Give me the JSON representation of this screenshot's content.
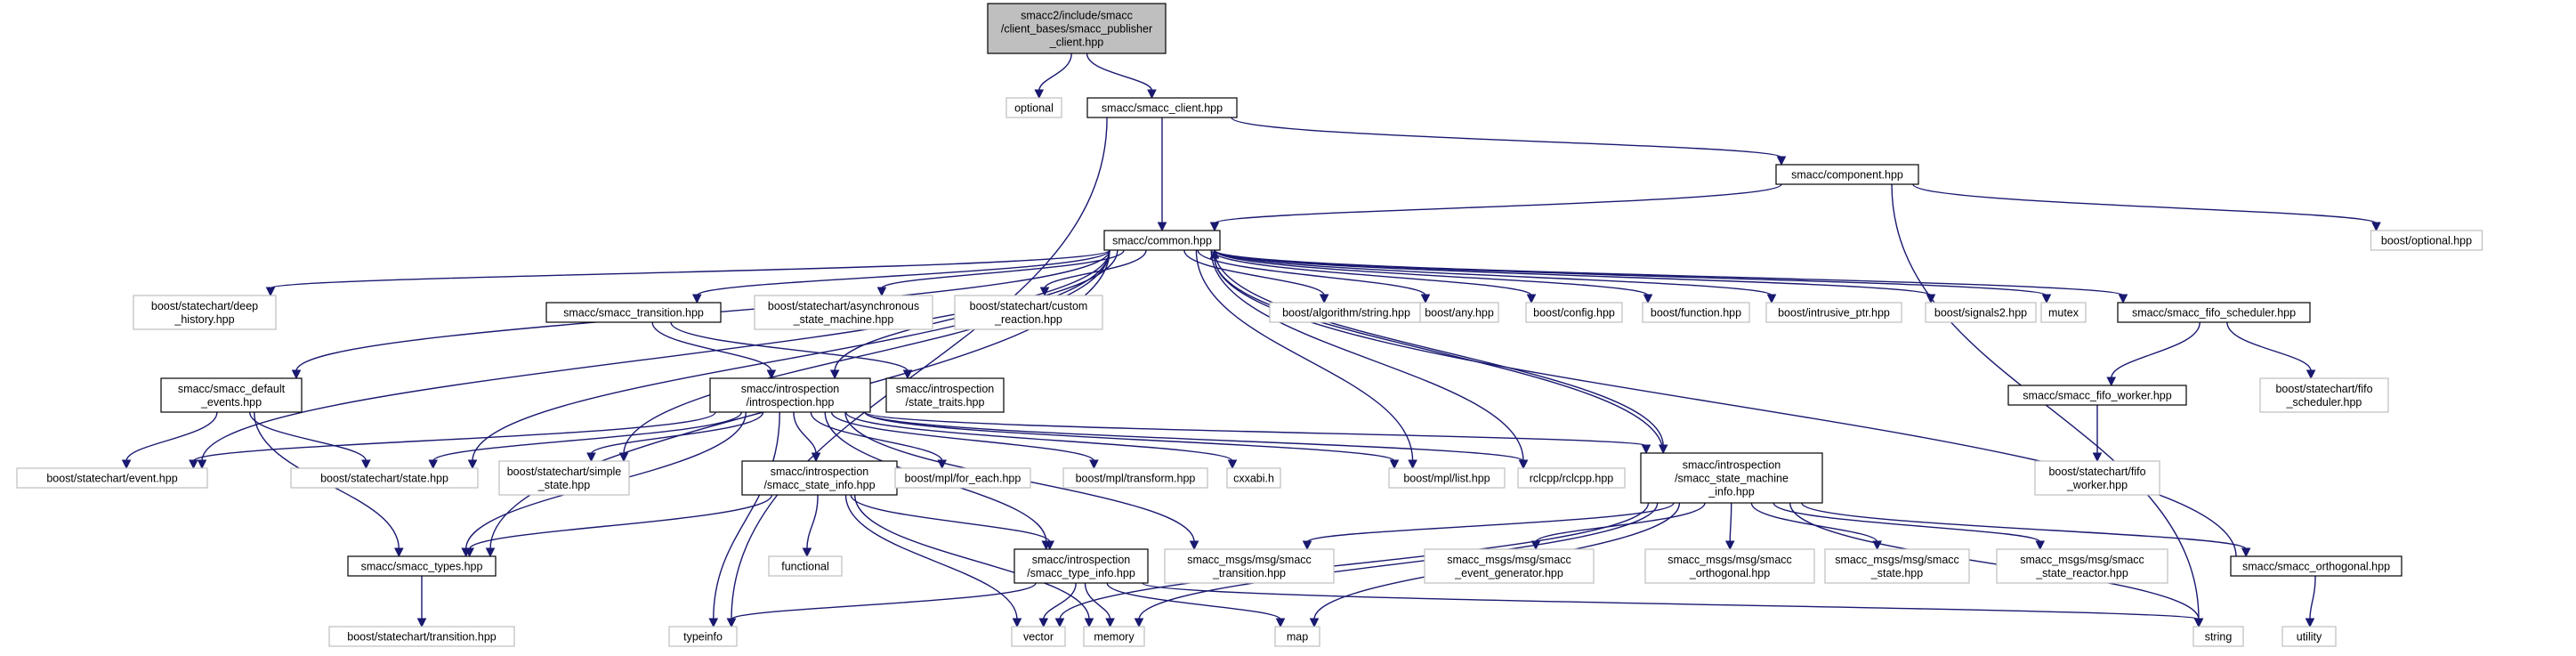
{
  "colors": {
    "edge": "#191970",
    "root_fill": "#bfbfbf",
    "faded_border": "#bfbfbf",
    "solid_border": "#000000"
  },
  "nodes": {
    "root": {
      "lines": [
        "smacc2/include/smacc",
        "/client_bases/smacc_publisher",
        "_client.hpp"
      ],
      "style": "root"
    },
    "optional": {
      "lines": [
        "optional"
      ],
      "style": "faded"
    },
    "smacc_client": {
      "lines": [
        "smacc/smacc_client.hpp"
      ],
      "style": "solid"
    },
    "component": {
      "lines": [
        "smacc/component.hpp"
      ],
      "style": "solid"
    },
    "boost_optional": {
      "lines": [
        "boost/optional.hpp"
      ],
      "style": "faded"
    },
    "common": {
      "lines": [
        "smacc/common.hpp"
      ],
      "style": "solid"
    },
    "deep_history": {
      "lines": [
        "boost/statechart/deep",
        "_history.hpp"
      ],
      "style": "faded"
    },
    "smacc_transition": {
      "lines": [
        "smacc/smacc_transition.hpp"
      ],
      "style": "solid"
    },
    "async_sm": {
      "lines": [
        "boost/statechart/asynchronous",
        "_state_machine.hpp"
      ],
      "style": "faded"
    },
    "custom_reaction": {
      "lines": [
        "boost/statechart/custom",
        "_reaction.hpp"
      ],
      "style": "faded"
    },
    "alg_string": {
      "lines": [
        "boost/algorithm/string.hpp"
      ],
      "style": "faded"
    },
    "any": {
      "lines": [
        "boost/any.hpp"
      ],
      "style": "faded"
    },
    "config": {
      "lines": [
        "boost/config.hpp"
      ],
      "style": "faded"
    },
    "function": {
      "lines": [
        "boost/function.hpp"
      ],
      "style": "faded"
    },
    "intrusive_ptr": {
      "lines": [
        "boost/intrusive_ptr.hpp"
      ],
      "style": "faded"
    },
    "signals2": {
      "lines": [
        "boost/signals2.hpp"
      ],
      "style": "faded"
    },
    "mutex": {
      "lines": [
        "mutex"
      ],
      "style": "faded"
    },
    "fifo_scheduler": {
      "lines": [
        "smacc/smacc_fifo_scheduler.hpp"
      ],
      "style": "solid"
    },
    "default_events": {
      "lines": [
        "smacc/smacc_default",
        "_events.hpp"
      ],
      "style": "solid"
    },
    "introspection": {
      "lines": [
        "smacc/introspection",
        "/introspection.hpp"
      ],
      "style": "solid"
    },
    "state_traits": {
      "lines": [
        "smacc/introspection",
        "/state_traits.hpp"
      ],
      "style": "solid"
    },
    "fifo_worker": {
      "lines": [
        "smacc/smacc_fifo_worker.hpp"
      ],
      "style": "solid"
    },
    "sc_fifo_scheduler": {
      "lines": [
        "boost/statechart/fifo",
        "_scheduler.hpp"
      ],
      "style": "faded"
    },
    "event": {
      "lines": [
        "boost/statechart/event.hpp"
      ],
      "style": "faded"
    },
    "state": {
      "lines": [
        "boost/statechart/state.hpp"
      ],
      "style": "faded"
    },
    "simple_state": {
      "lines": [
        "boost/statechart/simple",
        "_state.hpp"
      ],
      "style": "faded"
    },
    "state_info": {
      "lines": [
        "smacc/introspection",
        "/smacc_state_info.hpp"
      ],
      "style": "solid"
    },
    "for_each": {
      "lines": [
        "boost/mpl/for_each.hpp"
      ],
      "style": "faded"
    },
    "transform": {
      "lines": [
        "boost/mpl/transform.hpp"
      ],
      "style": "faded"
    },
    "cxxabi": {
      "lines": [
        "cxxabi.h"
      ],
      "style": "faded"
    },
    "mpl_list": {
      "lines": [
        "boost/mpl/list.hpp"
      ],
      "style": "faded"
    },
    "rclcpp": {
      "lines": [
        "rclcpp/rclcpp.hpp"
      ],
      "style": "faded"
    },
    "state_machine_info": {
      "lines": [
        "smacc/introspection",
        "/smacc_state_machine",
        "_info.hpp"
      ],
      "style": "solid"
    },
    "sc_fifo_worker": {
      "lines": [
        "boost/statechart/fifo",
        "_worker.hpp"
      ],
      "style": "faded"
    },
    "smacc_types": {
      "lines": [
        "smacc/smacc_types.hpp"
      ],
      "style": "solid"
    },
    "functional": {
      "lines": [
        "functional"
      ],
      "style": "faded"
    },
    "type_info": {
      "lines": [
        "smacc/introspection",
        "/smacc_type_info.hpp"
      ],
      "style": "solid"
    },
    "msg_transition": {
      "lines": [
        "smacc_msgs/msg/smacc",
        "_transition.hpp"
      ],
      "style": "faded"
    },
    "msg_event_gen": {
      "lines": [
        "smacc_msgs/msg/smacc",
        "_event_generator.hpp"
      ],
      "style": "faded"
    },
    "msg_orthogonal": {
      "lines": [
        "smacc_msgs/msg/smacc",
        "_orthogonal.hpp"
      ],
      "style": "faded"
    },
    "msg_state": {
      "lines": [
        "smacc_msgs/msg/smacc",
        "_state.hpp"
      ],
      "style": "faded"
    },
    "msg_state_reactor": {
      "lines": [
        "smacc_msgs/msg/smacc",
        "_state_reactor.hpp"
      ],
      "style": "faded"
    },
    "orthogonal": {
      "lines": [
        "smacc/smacc_orthogonal.hpp"
      ],
      "style": "solid"
    },
    "sc_transition": {
      "lines": [
        "boost/statechart/transition.hpp"
      ],
      "style": "faded"
    },
    "typeinfo": {
      "lines": [
        "typeinfo"
      ],
      "style": "faded"
    },
    "vector": {
      "lines": [
        "vector"
      ],
      "style": "faded"
    },
    "memory": {
      "lines": [
        "memory"
      ],
      "style": "faded"
    },
    "map": {
      "lines": [
        "map"
      ],
      "style": "faded"
    },
    "string": {
      "lines": [
        "string"
      ],
      "style": "faded"
    },
    "utility": {
      "lines": [
        "utility"
      ],
      "style": "faded"
    }
  },
  "edges": [
    [
      "root",
      "optional"
    ],
    [
      "root",
      "smacc_client"
    ],
    [
      "smacc_client",
      "common"
    ],
    [
      "smacc_client",
      "component"
    ],
    [
      "smacc_client",
      "typeinfo"
    ],
    [
      "component",
      "common"
    ],
    [
      "component",
      "boost_optional"
    ],
    [
      "component",
      "string"
    ],
    [
      "common",
      "deep_history"
    ],
    [
      "common",
      "smacc_transition"
    ],
    [
      "common",
      "async_sm"
    ],
    [
      "common",
      "custom_reaction"
    ],
    [
      "common",
      "alg_string"
    ],
    [
      "common",
      "any"
    ],
    [
      "common",
      "config"
    ],
    [
      "common",
      "function"
    ],
    [
      "common",
      "intrusive_ptr"
    ],
    [
      "common",
      "signals2"
    ],
    [
      "common",
      "mutex"
    ],
    [
      "common",
      "fifo_scheduler"
    ],
    [
      "common",
      "default_events"
    ],
    [
      "common",
      "introspection"
    ],
    [
      "common",
      "event"
    ],
    [
      "common",
      "state"
    ],
    [
      "common",
      "simple_state"
    ],
    [
      "common",
      "smacc_types"
    ],
    [
      "common",
      "mpl_list"
    ],
    [
      "common",
      "rclcpp"
    ],
    [
      "common",
      "state_machine_info"
    ],
    [
      "smacc_transition",
      "introspection"
    ],
    [
      "smacc_transition",
      "state_traits"
    ],
    [
      "fifo_scheduler",
      "fifo_worker"
    ],
    [
      "fifo_scheduler",
      "sc_fifo_scheduler"
    ],
    [
      "fifo_worker",
      "sc_fifo_worker"
    ],
    [
      "default_events",
      "event"
    ],
    [
      "default_events",
      "state"
    ],
    [
      "default_events",
      "smacc_types"
    ],
    [
      "introspection",
      "event"
    ],
    [
      "introspection",
      "state"
    ],
    [
      "introspection",
      "simple_state"
    ],
    [
      "introspection",
      "state_info"
    ],
    [
      "introspection",
      "for_each"
    ],
    [
      "introspection",
      "transform"
    ],
    [
      "introspection",
      "cxxabi"
    ],
    [
      "introspection",
      "mpl_list"
    ],
    [
      "introspection",
      "rclcpp"
    ],
    [
      "introspection",
      "state_machine_info"
    ],
    [
      "introspection",
      "smacc_types"
    ],
    [
      "introspection",
      "type_info"
    ],
    [
      "introspection",
      "msg_transition"
    ],
    [
      "introspection",
      "typeinfo"
    ],
    [
      "state_info",
      "functional"
    ],
    [
      "state_info",
      "smacc_types"
    ],
    [
      "state_info",
      "type_info"
    ],
    [
      "state_info",
      "vector"
    ],
    [
      "state_info",
      "memory"
    ],
    [
      "type_info",
      "typeinfo"
    ],
    [
      "type_info",
      "vector"
    ],
    [
      "type_info",
      "memory"
    ],
    [
      "type_info",
      "map"
    ],
    [
      "type_info",
      "string"
    ],
    [
      "smacc_types",
      "sc_transition"
    ],
    [
      "state_machine_info",
      "common"
    ],
    [
      "state_machine_info",
      "msg_transition"
    ],
    [
      "state_machine_info",
      "msg_event_gen"
    ],
    [
      "state_machine_info",
      "msg_orthogonal"
    ],
    [
      "state_machine_info",
      "msg_state"
    ],
    [
      "state_machine_info",
      "msg_state_reactor"
    ],
    [
      "state_machine_info",
      "orthogonal"
    ],
    [
      "state_machine_info",
      "vector"
    ],
    [
      "state_machine_info",
      "memory"
    ],
    [
      "state_machine_info",
      "map"
    ],
    [
      "state_machine_info",
      "string"
    ],
    [
      "orthogonal",
      "common"
    ],
    [
      "orthogonal",
      "utility"
    ]
  ]
}
